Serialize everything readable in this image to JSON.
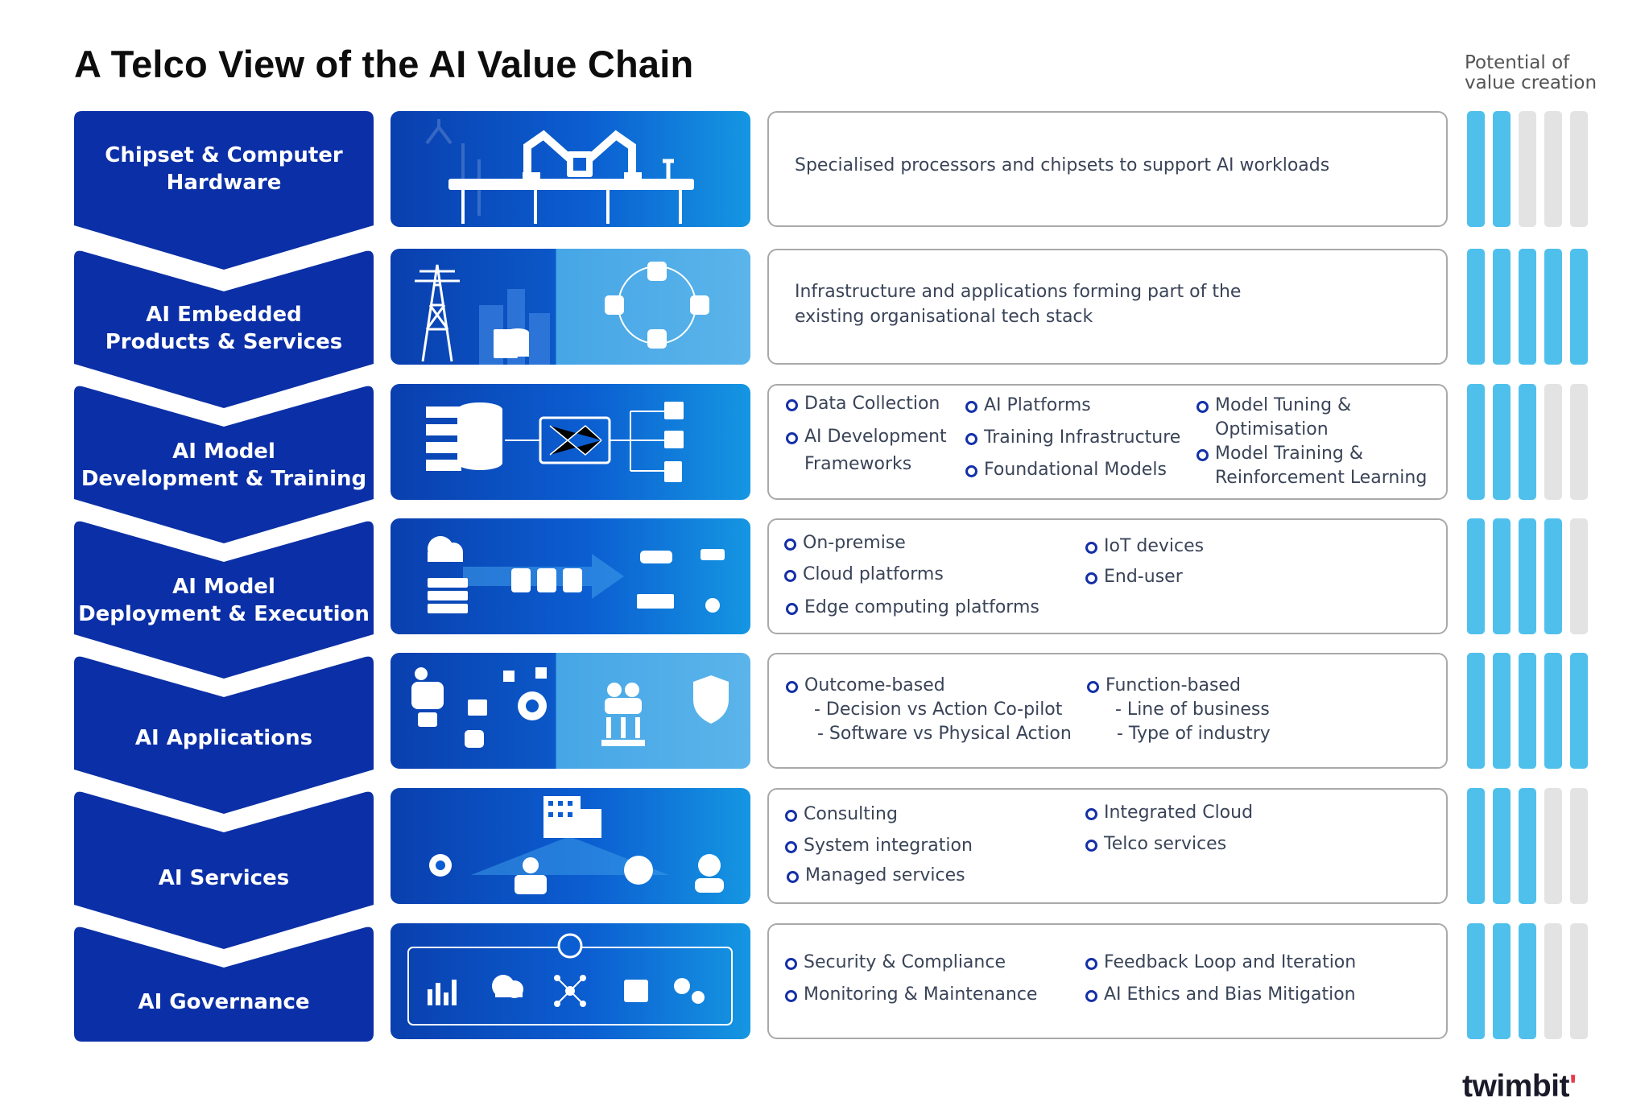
{
  "title": "A Telco View of the AI Value Chain",
  "potential_label": [
    "Potential of",
    "value creation"
  ],
  "colors": {
    "stage_blue": "#0b2fa6",
    "bar_on": "#4fc0ec",
    "bar_off": "#e3e3e3",
    "bullet": "#1430a8"
  },
  "stages": [
    {
      "label": [
        "Chipset & Computer",
        "Hardware"
      ],
      "image_icon": "robot-arms-chip-icon",
      "description": "Specialised processors and chipsets to support AI workloads",
      "potential": 2
    },
    {
      "label": [
        "AI Embedded",
        "Products & Services"
      ],
      "image_icon": "telecom-tower-city-icon",
      "description": [
        "Infrastructure and applications forming part of the",
        "existing organisational tech stack"
      ],
      "potential": 5
    },
    {
      "label": [
        "AI Model",
        "Development & Training"
      ],
      "image_icon": "database-neural-network-icon",
      "columns": [
        [
          "Data Collection",
          "AI Development",
          "Frameworks"
        ],
        [
          "AI Platforms",
          "Training Infrastructure",
          "Foundational Models"
        ],
        [
          "Model Tuning &",
          "Optimisation",
          "Model Training &",
          "Reinforcement Learning"
        ]
      ],
      "potential": 3
    },
    {
      "label": [
        "AI Model",
        "Deployment & Execution"
      ],
      "image_icon": "cloud-to-edge-devices-icon",
      "columns": [
        [
          "On-premise",
          "Cloud platforms",
          "Edge computing platforms"
        ],
        [
          "IoT devices",
          "End-user"
        ]
      ],
      "potential": 4
    },
    {
      "label": [
        "AI Applications"
      ],
      "image_icon": "chatbot-applications-icon",
      "columns": [
        [
          "Outcome-based",
          "- Decision vs Action Co-pilot",
          "- Software vs Physical Action"
        ],
        [
          "Function-based",
          "- Line of business",
          "- Type of industry"
        ]
      ],
      "potential": 5
    },
    {
      "label": [
        "AI Services"
      ],
      "image_icon": "services-building-icon",
      "columns": [
        [
          "Consulting",
          "System integration",
          "Managed services"
        ],
        [
          "Integrated Cloud",
          "Telco services"
        ]
      ],
      "potential": 3
    },
    {
      "label": [
        "AI Governance"
      ],
      "image_icon": "governance-tools-icon",
      "columns": [
        [
          "Security & Compliance",
          "Monitoring & Maintenance"
        ],
        [
          "Feedback Loop and Iteration",
          "AI Ethics and Bias Mitigation"
        ]
      ],
      "potential": 3
    }
  ],
  "brand": {
    "main": "twimbit",
    "accent": "'"
  }
}
